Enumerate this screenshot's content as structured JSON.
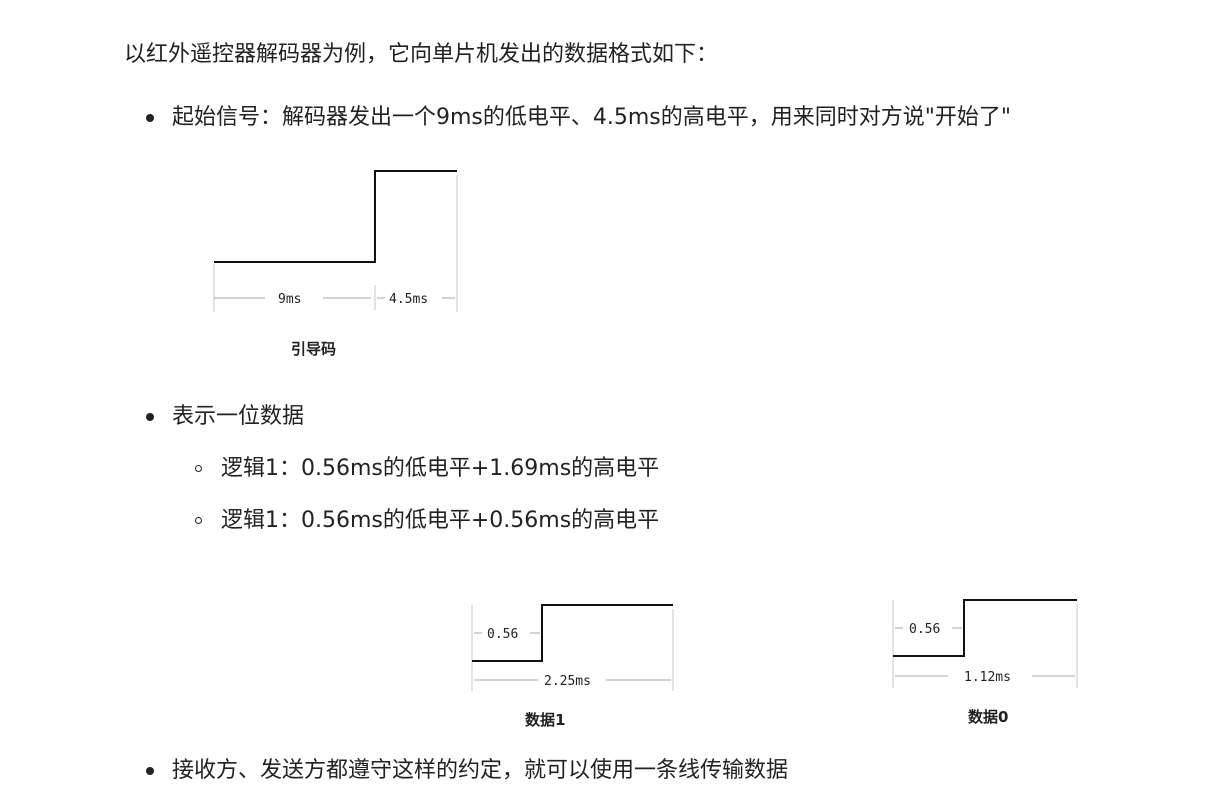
{
  "intro": "以红外遥控器解码器为例，它向单片机发出的数据格式如下：",
  "bullets": {
    "start_signal": "起始信号：解码器发出一个9ms的低电平、4.5ms的高电平，用来同时对方说\"开始了\"",
    "one_bit": "表示一位数据",
    "logic_a": "逻辑1：0.56ms的低电平+1.69ms的高电平",
    "logic_b": "逻辑1：0.56ms的低电平+0.56ms的高电平",
    "agreement": "接收方、发送方都遵守这样的约定，就可以使用一条线传输数据"
  },
  "diagrams": {
    "lead": {
      "low_label": "9ms",
      "high_label": "4.5ms",
      "caption": "引导码"
    },
    "data1": {
      "low_label": "0.56",
      "total_label": "2.25ms",
      "caption": "数据1"
    },
    "data0": {
      "low_label": "0.56",
      "total_label": "1.12ms",
      "caption": "数据0"
    }
  }
}
